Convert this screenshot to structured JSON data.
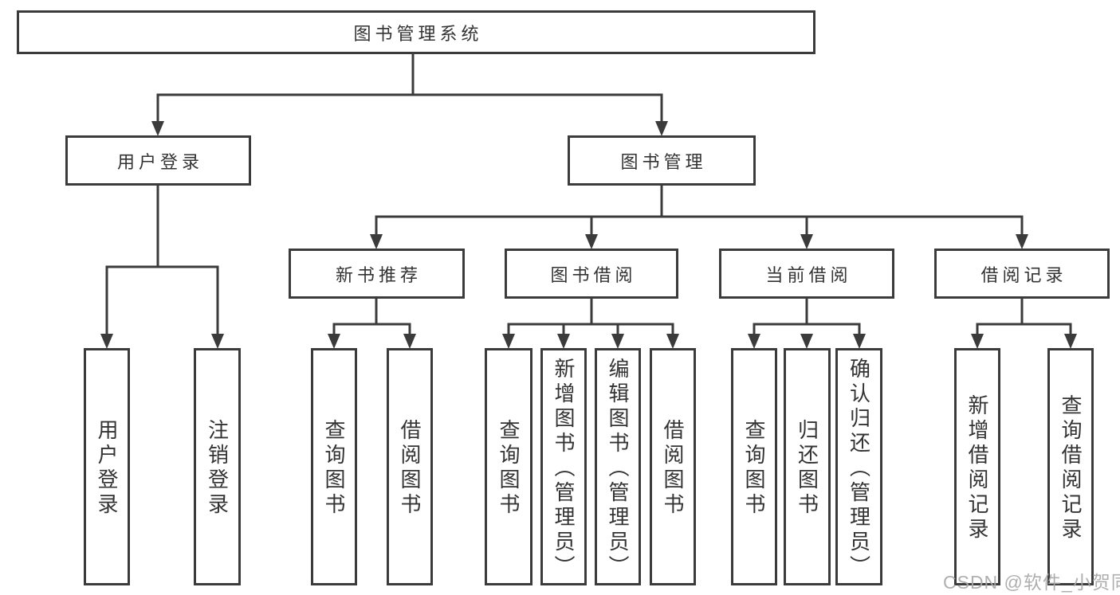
{
  "colors": {
    "line": "#3b3b3b",
    "box_border": "#3b3b3b",
    "box_fill": "#ffffff",
    "text": "#333333",
    "background": "#ffffff",
    "watermark": "#a8a8a8"
  },
  "tree": {
    "root": {
      "label": "图书管理系统"
    },
    "branches": [
      {
        "label": "用户登录",
        "children": [
          {
            "label": "用户登录"
          },
          {
            "label": "注销登录"
          }
        ]
      },
      {
        "label": "图书管理",
        "children": [
          {
            "label": "新书推荐",
            "children": [
              {
                "label": "查询图书"
              },
              {
                "label": "借阅图书"
              }
            ]
          },
          {
            "label": "图书借阅",
            "children": [
              {
                "label": "查询图书"
              },
              {
                "label": "新增图书（管理员）"
              },
              {
                "label": "编辑图书（管理员）"
              },
              {
                "label": "借阅图书"
              }
            ]
          },
          {
            "label": "当前借阅",
            "children": [
              {
                "label": "查询图书"
              },
              {
                "label": "归还图书"
              },
              {
                "label": "确认归还（管理员）"
              }
            ]
          },
          {
            "label": "借阅记录",
            "children": [
              {
                "label": "新增借阅记录"
              },
              {
                "label": "查询借阅记录"
              }
            ]
          }
        ]
      }
    ]
  },
  "watermark": {
    "text": "CSDN @软件_小贺同学"
  }
}
